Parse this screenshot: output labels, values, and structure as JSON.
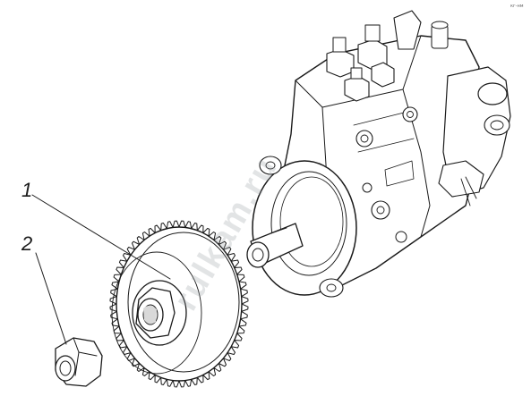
{
  "figure": {
    "callouts": [
      {
        "id": "1",
        "label": "1"
      },
      {
        "id": "2",
        "label": "2"
      }
    ],
    "watermark": "rulkam.ru",
    "corner_code": "кг-нм"
  }
}
